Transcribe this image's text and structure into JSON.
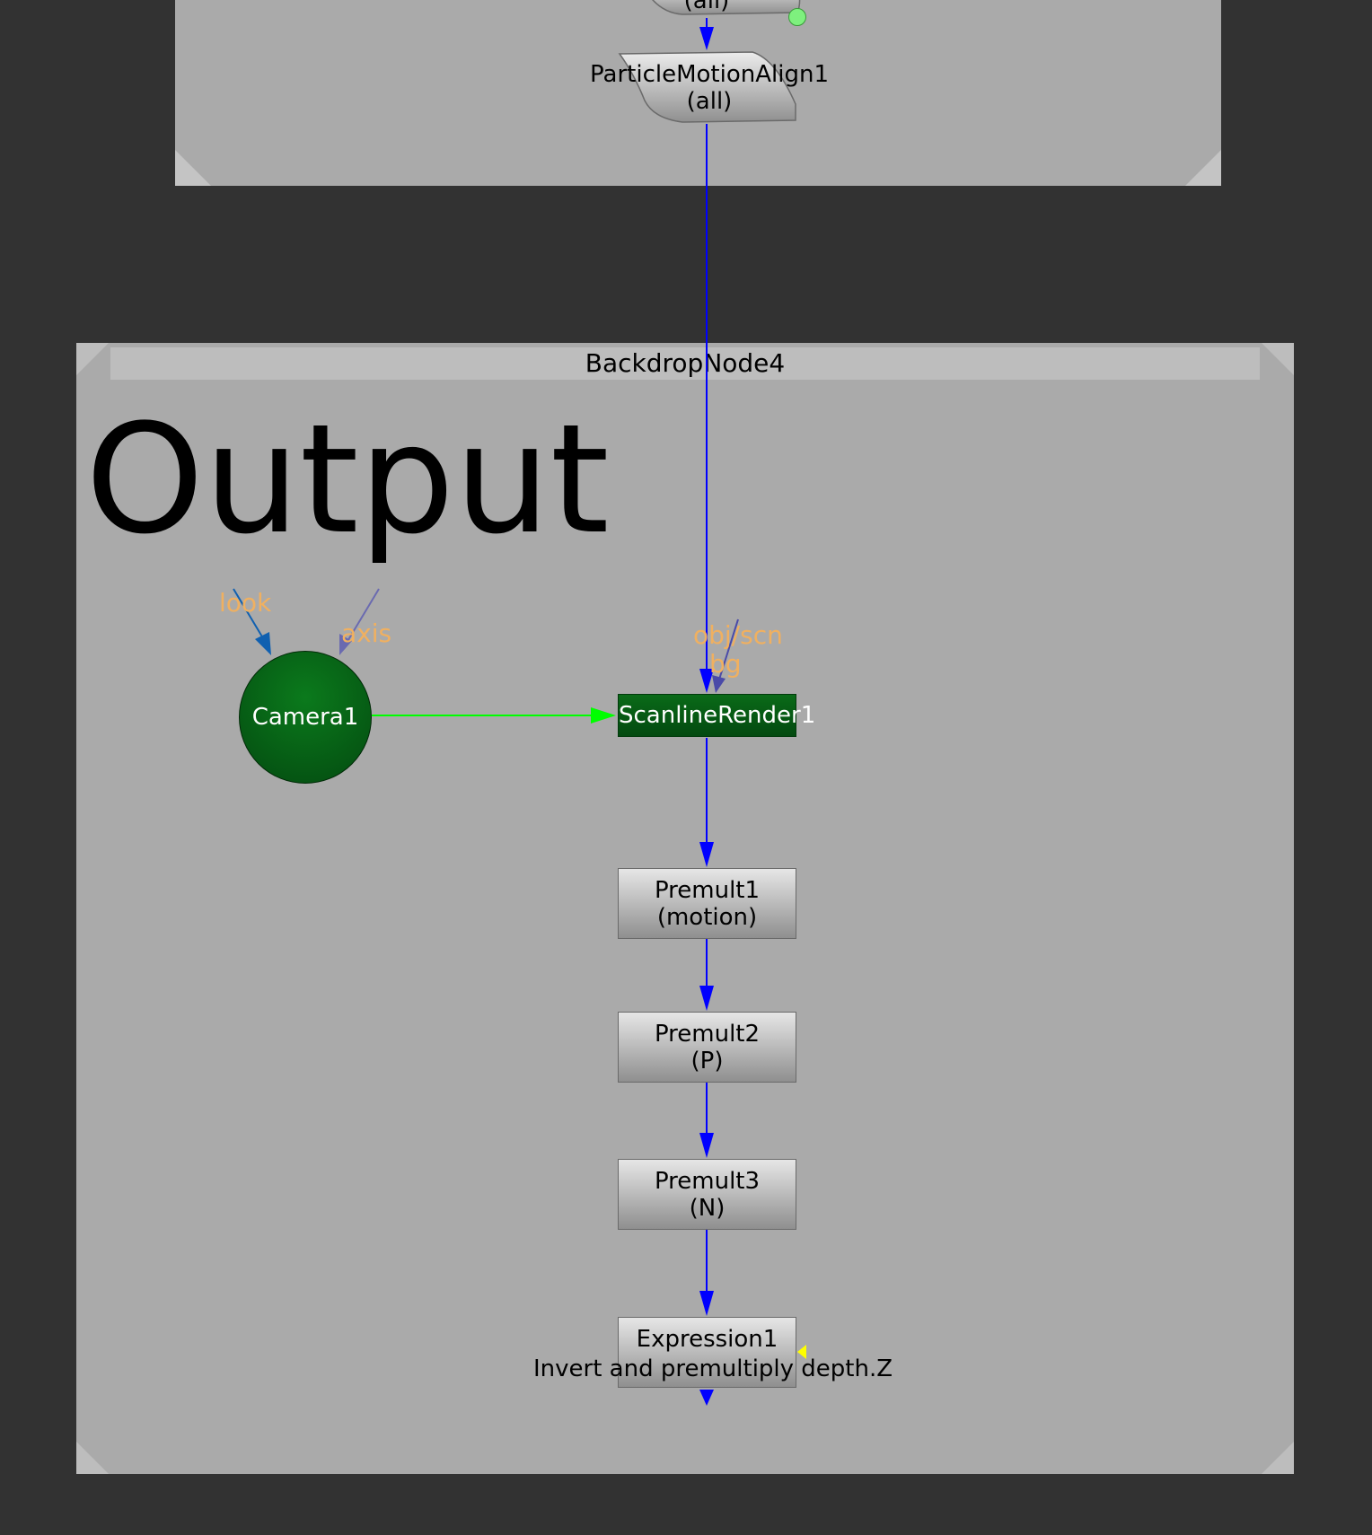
{
  "colors": {
    "canvas": "#323232",
    "backdrop": "#aaaaaa",
    "backdrop_title_bar": "#bdbdbd",
    "wire": "#0000ff",
    "camera_wire": "#00ff00",
    "input_label": "#f0b060",
    "render_node": "#0a6a18"
  },
  "top_backdrop": {
    "partial_node_label": "(all)",
    "node": {
      "name": "ParticleMotionAlign1",
      "sub": "(all)"
    }
  },
  "backdrop": {
    "title": "BackdropNode4",
    "label": "Output"
  },
  "camera": {
    "name": "Camera1",
    "inputs": [
      "look",
      "axis"
    ]
  },
  "scanline": {
    "name": "ScanlineRender1",
    "inputs": [
      "obj/scn",
      "bg"
    ]
  },
  "premult_nodes": [
    {
      "name": "Premult1",
      "sub": "(motion)"
    },
    {
      "name": "Premult2",
      "sub": "(P)"
    },
    {
      "name": "Premult3",
      "sub": "(N)"
    }
  ],
  "expression": {
    "name": "Expression1",
    "label": "Invert and premultiply depth.Z"
  },
  "icons": {
    "expression_indicator": "expression-dot-icon",
    "mask_indicator": "mask-triangle-icon"
  }
}
